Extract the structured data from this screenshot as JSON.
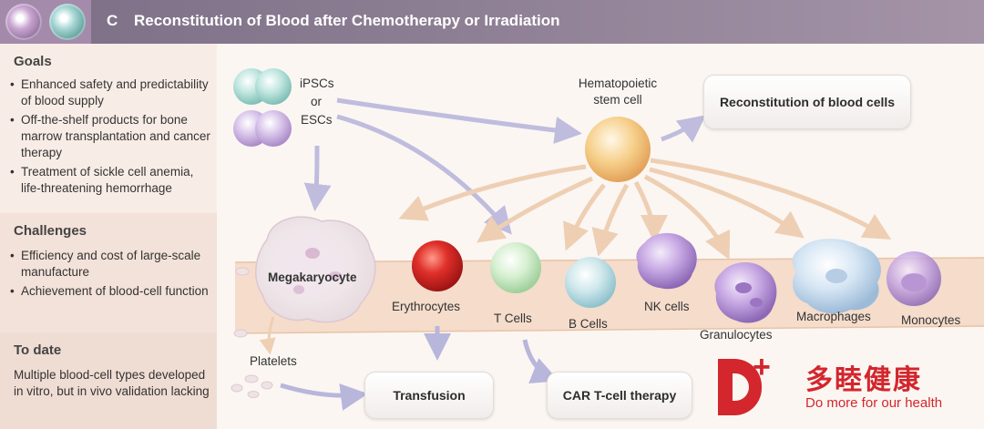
{
  "header": {
    "panel_letter": "C",
    "title": "Reconstitution of Blood after Chemotherapy or Irradiation"
  },
  "sidebar": {
    "goals": {
      "heading": "Goals",
      "items": [
        "Enhanced safety and predictability of blood supply",
        "Off-the-shelf products for bone marrow transplantation and cancer therapy",
        "Treatment of sickle cell anemia, life-threatening hemorrhage"
      ]
    },
    "challenges": {
      "heading": "Challenges",
      "items": [
        "Efficiency and cost of large-scale manufacture",
        "Achievement of blood-cell function"
      ]
    },
    "to_date": {
      "heading": "To date",
      "text": "Multiple blood-cell types developed in vitro, but in vivo validation lacking"
    }
  },
  "diagram": {
    "sources": {
      "line1": "iPSCs",
      "line2": "or",
      "line3": "ESCs"
    },
    "stem_cell": {
      "line1": "Hematopoietic",
      "line2": "stem cell"
    },
    "reconstitution_box": "Reconstitution of blood cells",
    "cells": {
      "megakaryocyte": "Megakaryocyte",
      "erythrocytes": "Erythrocytes",
      "t_cells": "T Cells",
      "b_cells": "B Cells",
      "nk_cells": "NK cells",
      "granulocytes": "Granulocytes",
      "macrophages": "Macrophages",
      "monocytes": "Monocytes",
      "platelets": "Platelets"
    },
    "transfusion_box": "Transfusion",
    "car_box": "CAR T-cell therapy"
  },
  "logo": {
    "chinese": "多睦健康",
    "tagline": "Do more for our health"
  },
  "colors": {
    "header": "#7c6f86",
    "arrow_purple": "#b9b6dc",
    "arrow_orange": "#eecfb3",
    "brand_red": "#d3262d"
  }
}
